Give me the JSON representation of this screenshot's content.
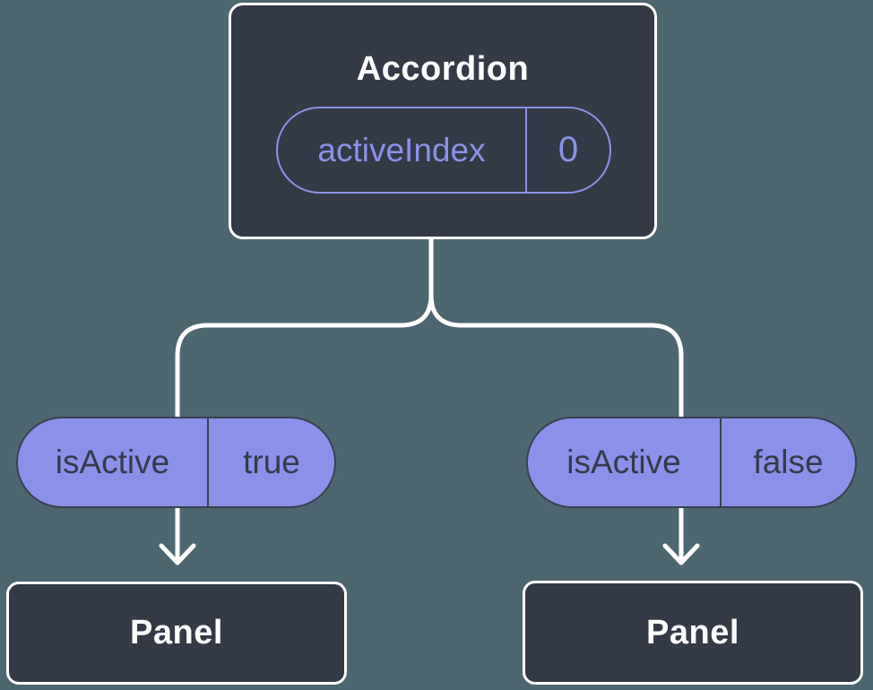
{
  "diagram": {
    "description": "React component tree showing the Accordion component passing isActive props derived from activeIndex state down to two Panel children",
    "root": {
      "title": "Accordion",
      "prop": {
        "name": "activeIndex",
        "value": "0"
      }
    },
    "children": [
      {
        "prop": {
          "name": "isActive",
          "value": "true"
        },
        "node": {
          "title": "Panel"
        }
      },
      {
        "prop": {
          "name": "isActive",
          "value": "false"
        },
        "node": {
          "title": "Panel"
        }
      }
    ]
  },
  "colors": {
    "bg": "#4D6770",
    "node_fill": "#343A46",
    "node_border": "#FFFFFF",
    "pill_fill": "#8A91E9",
    "pill_border": "#3A4150",
    "pill_text_dark": "#353B48",
    "accent_purple": "#8A92E8",
    "text_light": "#FFFFFF",
    "connector": "#FFFFFF"
  }
}
